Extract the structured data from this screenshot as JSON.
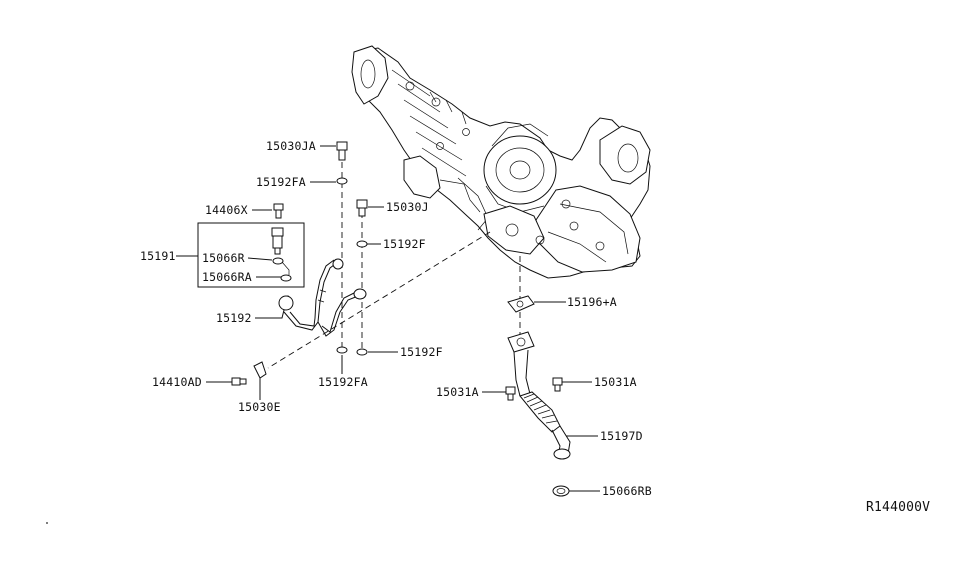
{
  "labels": {
    "l15030JA": "15030JA",
    "l15192FA_top": "15192FA",
    "l14406X": "14406X",
    "l15191": "15191",
    "l15066R": "15066R",
    "l15066RA": "15066RA",
    "l15030J": "15030J",
    "l15192F_top": "15192F",
    "l15192": "15192",
    "l15192F_bot": "15192F",
    "l14410AD": "14410AD",
    "l15192FA_bot": "15192FA",
    "l15030E": "15030E",
    "l15196A": "15196+A",
    "l15031A_left": "15031A",
    "l15031A_right": "15031A",
    "l15197D": "15197D",
    "l15066RB": "15066RB",
    "diagram_code": "R144000V"
  }
}
